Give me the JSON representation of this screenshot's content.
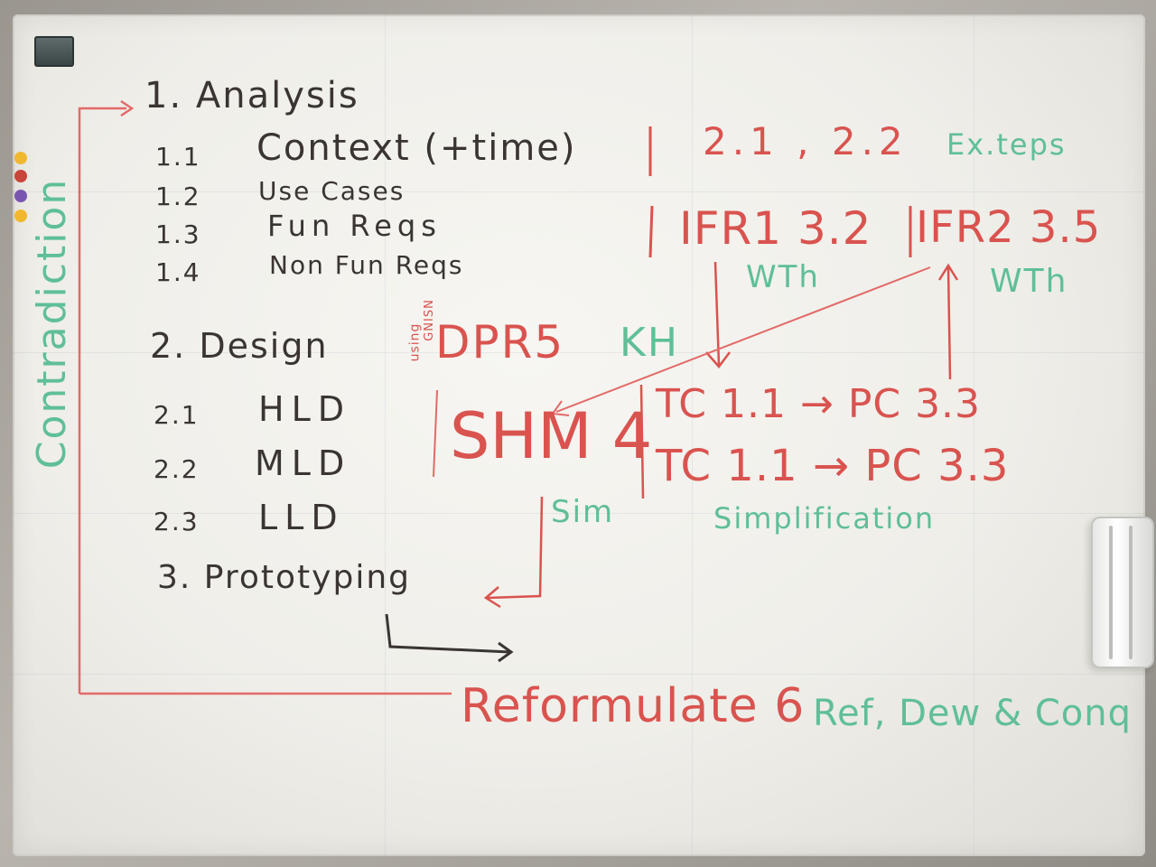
{
  "board": {
    "analysis": {
      "title": "1. Analysis"
    },
    "analysis_items": [
      {
        "num": "1.1",
        "label": "Context (+time)"
      },
      {
        "num": "1.2",
        "label": "Use Cases"
      },
      {
        "num": "1.3",
        "label": "Fun Reqs"
      },
      {
        "num": "1.4",
        "label": "Non Fun Reqs"
      }
    ],
    "design": {
      "title": "2. Design"
    },
    "design_items": [
      {
        "num": "2.1",
        "label": "HLD"
      },
      {
        "num": "2.2",
        "label": "MLD"
      },
      {
        "num": "2.3",
        "label": "LLD"
      }
    ],
    "prototyping": "3. Prototyping",
    "side_label": "Contradiction",
    "using_note": "using",
    "using_note2": "GNISN",
    "dpr": "DPR5",
    "kh": "KH",
    "ex_refs": "2.1 , 2.2",
    "ex_teps": "Ex.teps",
    "ifr1": "IFR1 3.2",
    "ifr2": "IFR2 3.5",
    "wth_left": "WTh",
    "wth_right": "WTh",
    "shm": "SHM 4",
    "sim": "Sim",
    "tc_row1": "TC 1.1 → PC 3.3",
    "tc_row2": "TC 1.1 → PC 3.3",
    "simplification": "Simplification",
    "reformulate": "Reformulate 6",
    "ref_dew": "Ref, Dew & Conq"
  },
  "colors": {
    "black_ink": "#3a3532",
    "red_ink": "#d9534f",
    "green_ink": "#5fbf97",
    "magnet_dots": [
      "#f0b830",
      "#c8453a",
      "#7a55b0",
      "#f2b82d"
    ]
  }
}
